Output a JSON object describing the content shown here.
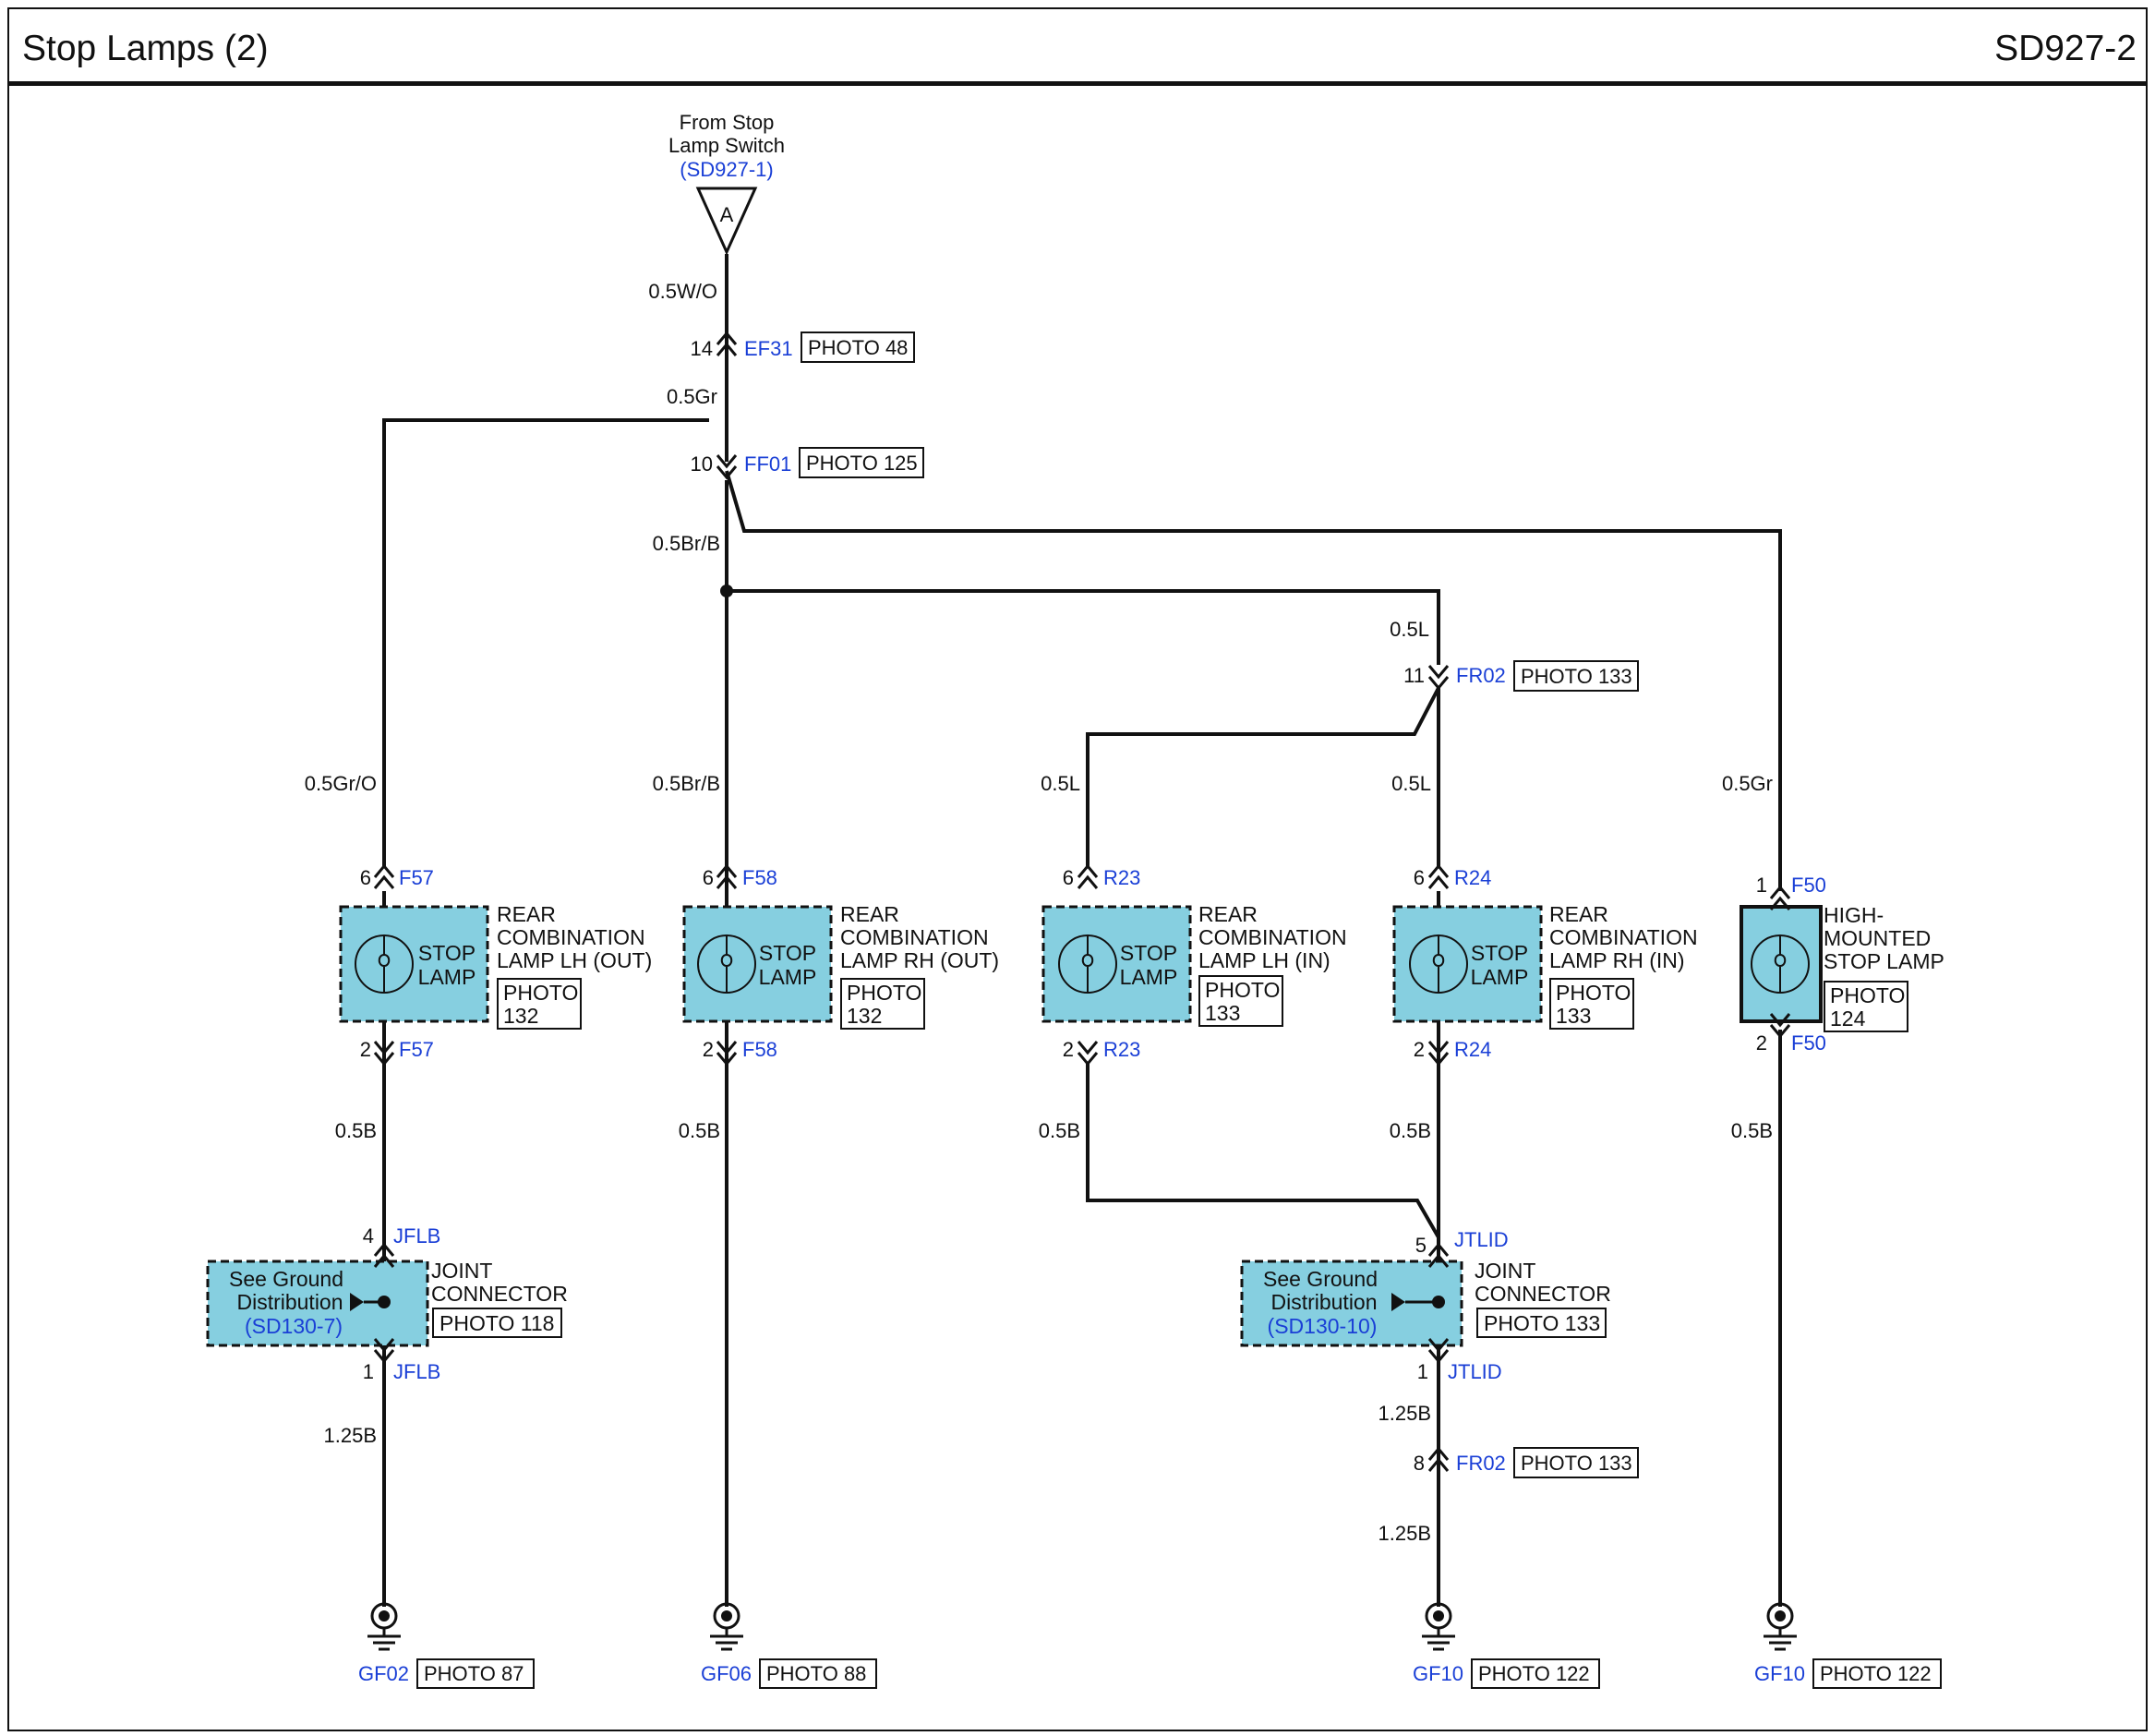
{
  "header": {
    "title": "Stop Lamps (2)",
    "code": "SD927-2"
  },
  "source": {
    "line1": "From Stop",
    "line2": "Lamp Switch",
    "ref": "(SD927-1)",
    "connector_letter": "A"
  },
  "wires": {
    "w_src": "0.5W/O",
    "w_gr_top": "0.5Gr",
    "w_brb_top": "0.5Br/B",
    "w_l_top": "0.5L",
    "w_gro": "0.5Gr/O",
    "w_brb_mid": "0.5Br/B",
    "w_l_lhin": "0.5L",
    "w_l_rhin": "0.5L",
    "w_gr_hm": "0.5Gr",
    "w_b_1": "0.5B",
    "w_b_2": "0.5B",
    "w_b_3": "0.5B",
    "w_b_4": "0.5B",
    "w_b_5": "0.5B",
    "w_125_1": "1.25B",
    "w_125_2": "1.25B",
    "w_125_3": "1.25B"
  },
  "connectors": {
    "ef31": {
      "pin": "14",
      "name": "EF31",
      "photo": "PHOTO 48"
    },
    "ff01": {
      "pin": "10",
      "name": "FF01",
      "photo": "PHOTO 125"
    },
    "fr02a": {
      "pin": "11",
      "name": "FR02",
      "photo": "PHOTO 133"
    },
    "fr02b": {
      "pin": "8",
      "name": "FR02",
      "photo": "PHOTO 133"
    },
    "f57t": {
      "pin": "6",
      "name": "F57"
    },
    "f57b": {
      "pin": "2",
      "name": "F57"
    },
    "f58t": {
      "pin": "6",
      "name": "F58"
    },
    "f58b": {
      "pin": "2",
      "name": "F58"
    },
    "r23t": {
      "pin": "6",
      "name": "R23"
    },
    "r23b": {
      "pin": "2",
      "name": "R23"
    },
    "r24t": {
      "pin": "6",
      "name": "R24"
    },
    "r24b": {
      "pin": "2",
      "name": "R24"
    },
    "f50t": {
      "pin": "1",
      "name": "F50"
    },
    "f50b": {
      "pin": "2",
      "name": "F50"
    },
    "jflb_t": {
      "pin": "4",
      "name": "JFLB"
    },
    "jflb_b": {
      "pin": "1",
      "name": "JFLB"
    },
    "jtlid_t": {
      "pin": "5",
      "name": "JTLID"
    },
    "jtlid_b": {
      "pin": "1",
      "name": "JTLID"
    }
  },
  "lamps": {
    "lh_out": {
      "inner1": "STOP",
      "inner2": "LAMP",
      "name1": "REAR",
      "name2": "COMBINATION",
      "name3": "LAMP LH (OUT)",
      "photo1": "PHOTO",
      "photo2": "132"
    },
    "rh_out": {
      "inner1": "STOP",
      "inner2": "LAMP",
      "name1": "REAR",
      "name2": "COMBINATION",
      "name3": "LAMP RH (OUT)",
      "photo1": "PHOTO",
      "photo2": "132"
    },
    "lh_in": {
      "inner1": "STOP",
      "inner2": "LAMP",
      "name1": "REAR",
      "name2": "COMBINATION",
      "name3": "LAMP LH (IN)",
      "photo1": "PHOTO",
      "photo2": "133"
    },
    "rh_in": {
      "inner1": "STOP",
      "inner2": "LAMP",
      "name1": "REAR",
      "name2": "COMBINATION",
      "name3": "LAMP RH (IN)",
      "photo1": "PHOTO",
      "photo2": "133"
    },
    "hm": {
      "name1": "HIGH-",
      "name2": "MOUNTED",
      "name3": "STOP LAMP",
      "photo1": "PHOTO",
      "photo2": "124"
    }
  },
  "joints": {
    "jflb": {
      "see1": "See Ground",
      "see2": "Distribution",
      "ref": "(SD130-7)",
      "name1": "JOINT",
      "name2": "CONNECTOR",
      "photo": "PHOTO 118"
    },
    "jtlid": {
      "see1": "See Ground",
      "see2": "Distribution",
      "ref": "(SD130-10)",
      "name1": "JOINT",
      "name2": "CONNECTOR",
      "photo": "PHOTO 133"
    }
  },
  "grounds": {
    "g1": {
      "name": "GF02",
      "photo": "PHOTO 87"
    },
    "g2": {
      "name": "GF06",
      "photo": "PHOTO 88"
    },
    "g3": {
      "name": "GF10",
      "photo": "PHOTO 122"
    },
    "g4": {
      "name": "GF10",
      "photo": "PHOTO 122"
    }
  },
  "colors": {
    "component_fill": "#86cfe0",
    "link_blue": "#1a3fd6",
    "wire": "#111111"
  }
}
